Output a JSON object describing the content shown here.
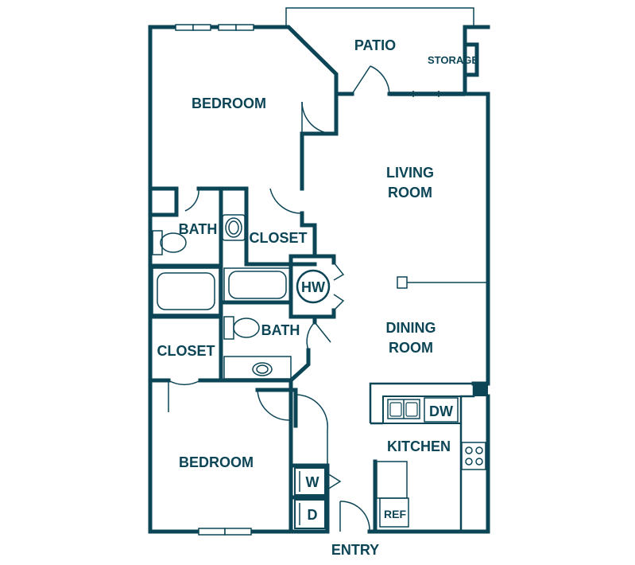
{
  "rooms": {
    "patio": "PATIO",
    "storage": "STORAGE",
    "bedroom_top": "BEDROOM",
    "living_line1": "LIVING",
    "living_line2": "ROOM",
    "bath_top": "BATH",
    "closet_top": "CLOSET",
    "hw": "HW",
    "closet_left": "CLOSET",
    "bath_mid": "BATH",
    "dining_line1": "DINING",
    "dining_line2": "ROOM",
    "kitchen": "KITCHEN",
    "dw": "DW",
    "bedroom_bottom": "BEDROOM",
    "washer": "W",
    "dryer": "D",
    "ref": "REF",
    "entry": "ENTRY"
  },
  "colors": {
    "wall": "#0c4556",
    "background": "#ffffff"
  }
}
